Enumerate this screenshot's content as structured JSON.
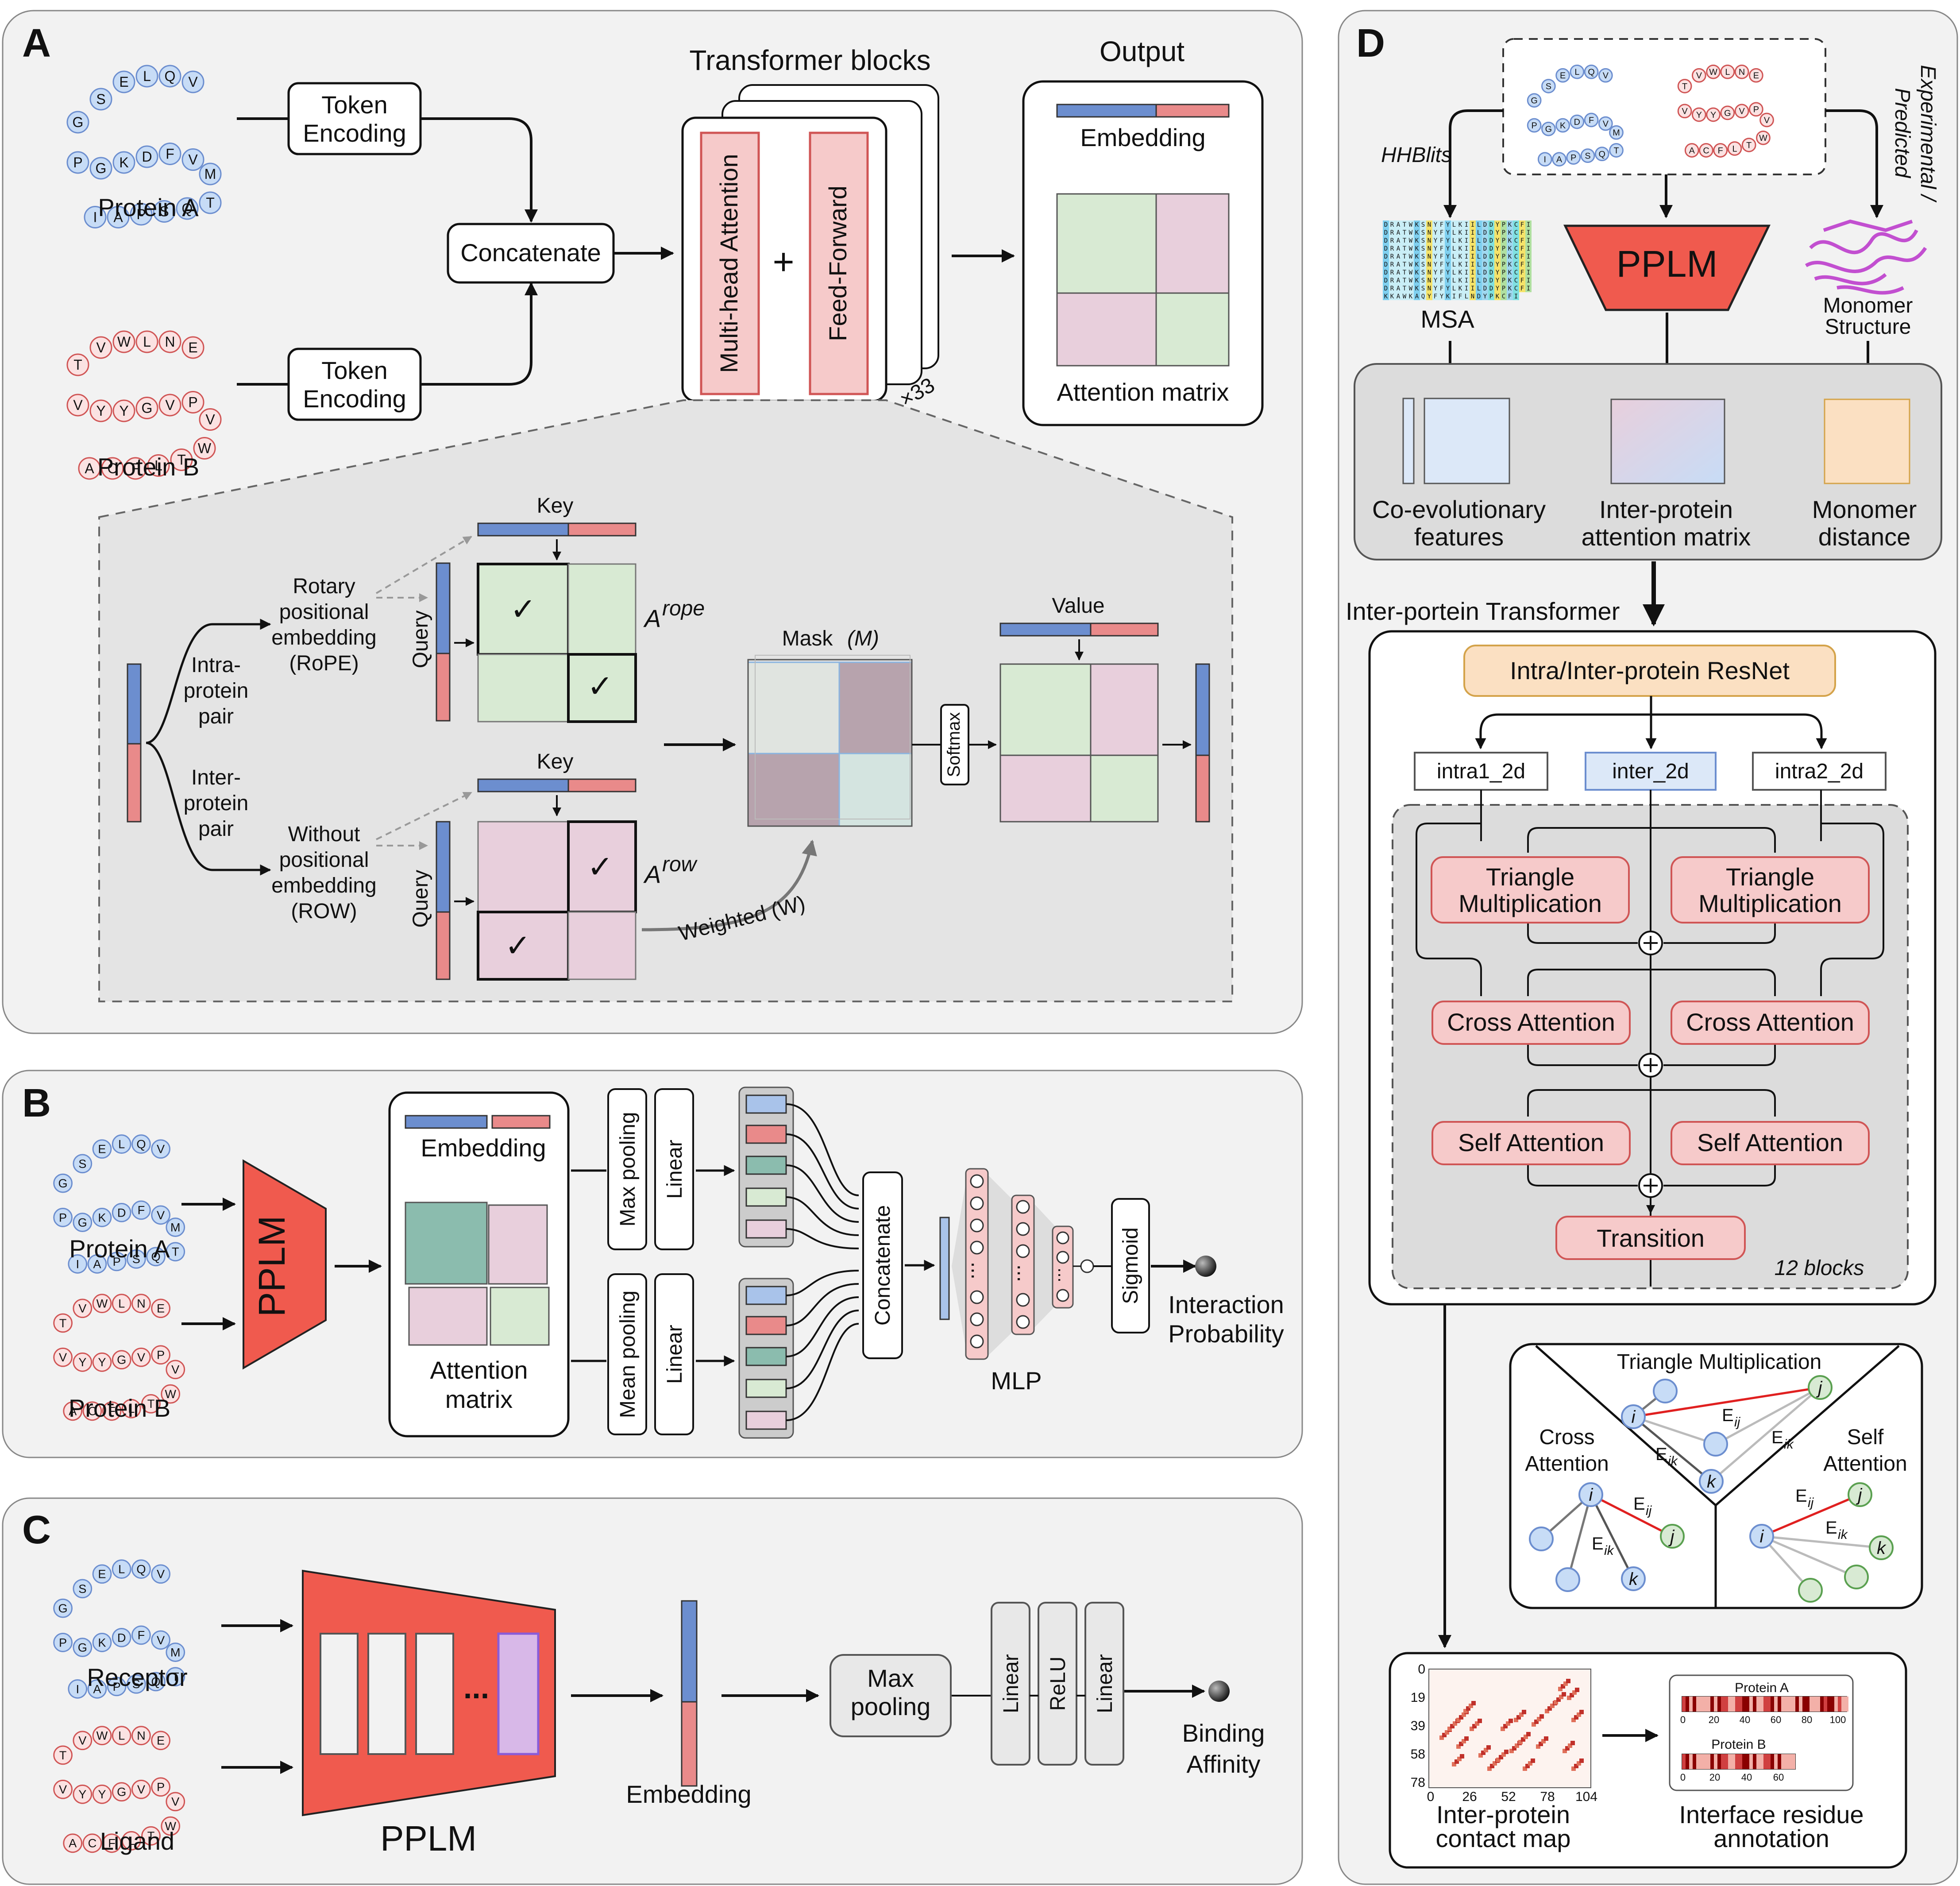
{
  "colors": {
    "panel_bg": "#f2f2f2",
    "blue": "#6c8ecf",
    "blue_light": "#dce8f8",
    "red": "#e06b6b",
    "red_light": "#f6caca",
    "pplm": "#f05a4e",
    "green_light": "#d8ead3",
    "pink_light": "#e8cfdc",
    "orange_light": "#fbe0c2",
    "teal": "#8bbcae",
    "purple_light": "#d8b8e8"
  },
  "residues": {
    "protein_a": [
      "G",
      "S",
      "E",
      "L",
      "Q",
      "V",
      "P",
      "G",
      "K",
      "D",
      "F",
      "V",
      "M",
      "T",
      "Q",
      "S",
      "P",
      "A",
      "I"
    ],
    "protein_b": [
      "T",
      "V",
      "W",
      "L",
      "N",
      "E",
      "V",
      "Y",
      "Y",
      "G",
      "V",
      "P",
      "V",
      "W",
      "T",
      "L",
      "F",
      "C",
      "A"
    ]
  },
  "panel_a": {
    "letter": "A",
    "protein_a": "Protein A",
    "protein_b": "Protein B",
    "token_encoding_1": "Token",
    "token_encoding_2": "Encoding",
    "concatenate": "Concatenate",
    "transformer_blocks": "Transformer blocks",
    "multi_head_attention": "Multi-head Attention",
    "plus": "+",
    "feed_forward": "Feed-Forward",
    "times33": "×33",
    "output": "Output",
    "embedding": "Embedding",
    "attention_matrix": "Attention matrix",
    "key_top": "Key",
    "key_bottom": "Key",
    "query_top": "Query",
    "query_bottom": "Query",
    "rope_1": "Rotary",
    "rope_2": "positional",
    "rope_3": "embedding",
    "rope_4": "(RoPE)",
    "row_1": "Without",
    "row_2": "positional",
    "row_3": "embedding",
    "row_4": "(ROW)",
    "intra_1": "Intra-",
    "intra_2": "protein",
    "intra_3": "pair",
    "inter_1": "Inter-",
    "inter_2": "protein",
    "inter_3": "pair",
    "a_rope": "A",
    "a_rope_sup": "rope",
    "a_row": "A",
    "a_row_sup": "row",
    "mask": "Mask",
    "mask_m": "(M)",
    "weighted": "Weighted (W)",
    "softmax": "Softmax",
    "value": "Value",
    "check": "✓"
  },
  "panel_b": {
    "letter": "B",
    "protein_a": "Protein A",
    "protein_b": "Protein B",
    "pplm": "PPLM",
    "embedding": "Embedding",
    "attention_1": "Attention",
    "attention_2": "matrix",
    "max_pooling": "Max pooling",
    "mean_pooling": "Mean pooling",
    "linear": "Linear",
    "concatenate": "Concatenate",
    "mlp": "MLP",
    "sigmoid": "Sigmoid",
    "out_1": "Interaction",
    "out_2": "Probability",
    "dots": "..."
  },
  "panel_c": {
    "letter": "C",
    "receptor": "Receptor",
    "ligand": "Ligand",
    "pplm": "PPLM",
    "dots": "...",
    "embedding": "Embedding",
    "max_1": "Max",
    "max_2": "pooling",
    "linear": "Linear",
    "relu": "ReLU",
    "out_1": "Binding",
    "out_2": "Affinity"
  },
  "panel_d": {
    "letter": "D",
    "hhblits": "HHBlits",
    "exp_1": "Experimental /",
    "exp_2": "Predicted",
    "pplm": "PPLM",
    "msa": "MSA",
    "monomer_1": "Monomer",
    "monomer_2": "Structure",
    "coevo_1": "Co-evolutionary",
    "coevo_2": "features",
    "inter_1": "Inter-protein",
    "inter_2": "attention matrix",
    "mono_1": "Monomer",
    "mono_2": "distance",
    "transformer": "Inter-portein Transformer",
    "resnet": "Intra/Inter-protein ResNet",
    "intra1": "intra1_2d",
    "inter2d": "inter_2d",
    "intra2": "intra2_2d",
    "tri_1": "Triangle",
    "tri_2": "Multiplication",
    "cross": "Cross Attention",
    "self": "Self Attention",
    "transition": "Transition",
    "blocks": "12 blocks",
    "tm_title": "Triangle Multiplication",
    "ca_1": "Cross",
    "ca_2": "Attention",
    "sa_1": "Self",
    "sa_2": "Attention",
    "node_i": "i",
    "node_j": "j",
    "node_k": "k",
    "e": "E",
    "ij": "ij",
    "ik": "ik",
    "contact_1": "Inter-protein",
    "contact_2": "contact map",
    "iface_1": "Interface residue",
    "iface_2": "annotation",
    "prot_a": "Protein A",
    "prot_b": "Protein B",
    "msa_rows": [
      "DRATWKSNYFYLKIILDDYPKCFI",
      "DRATWKSNYFYLKIILDDYPKCFI",
      "DRATWKSNYFYLKIILDDYPKCFI",
      "DRATWKSNYFYLKIILDDYPKCFI",
      "DRATWKSNYFYLKIILDDYPKCFI",
      "DRATWKSNYFYLKIILDDYPKCFI",
      "DRATWKSNYFYLKIILDDYPKCFI",
      "DRATWKSNYFYLKIILDDYPKCFI",
      "DRATWKSNYFYLKIILDDYPKCFI",
      "KKAWKAQYFYKIFLNDYPKCFI"
    ],
    "cm_y_ticks": [
      "0",
      "19",
      "39",
      "58",
      "78"
    ],
    "cm_x_ticks": [
      "0",
      "26",
      "52",
      "78",
      "104"
    ],
    "ia_ticks_a": [
      "0",
      "20",
      "40",
      "60",
      "80",
      "100"
    ],
    "ia_ticks_b": [
      "0",
      "20",
      "40",
      "60"
    ]
  }
}
